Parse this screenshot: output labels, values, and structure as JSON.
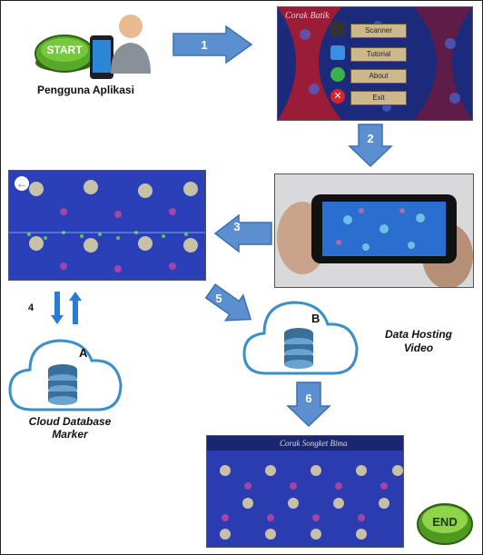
{
  "user": {
    "label": "Pengguna Aplikasi",
    "start_text": "START"
  },
  "app_menu": {
    "title": "Corak Batik",
    "items": [
      "Scanner",
      "Tutorial",
      "About",
      "Exit"
    ]
  },
  "steps": {
    "s1": "1",
    "s2": "2",
    "s3": "3",
    "s4": "4",
    "s5": "5",
    "s6": "6"
  },
  "cloud_a": {
    "letter": "A",
    "label_line1": "Cloud Database",
    "label_line2": "Marker"
  },
  "cloud_b": {
    "letter": "B",
    "label_line1": "Data Hosting",
    "label_line2": "Video"
  },
  "video": {
    "title": "Corak Songket Bima"
  },
  "end_text": "END",
  "colors": {
    "arrow_fill": "#5b8fd0",
    "cloud_stroke": "#3a8fc8",
    "batik_blue": "#2a3fb8",
    "menu_bg": "#1b2a7a"
  }
}
